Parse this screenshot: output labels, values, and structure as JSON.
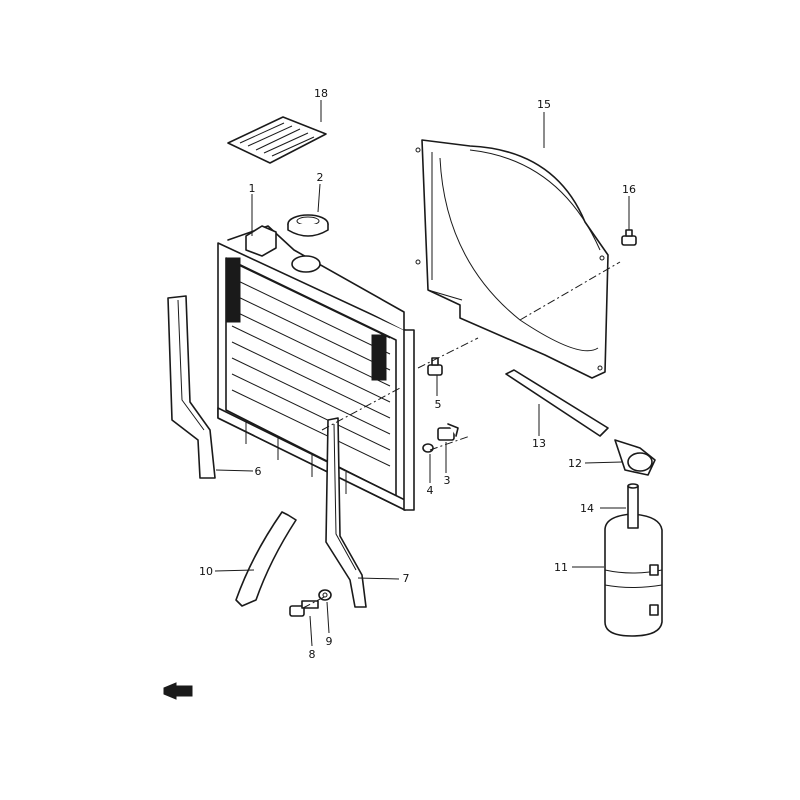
{
  "callouts": [
    {
      "num": "1",
      "part": "radiator"
    },
    {
      "num": "2",
      "part": "radiator-cap"
    },
    {
      "num": "3",
      "part": "drain-cock"
    },
    {
      "num": "4",
      "part": "drain-cock-gasket"
    },
    {
      "num": "5",
      "part": "radiator-bolt"
    },
    {
      "num": "6",
      "part": "left-bracket"
    },
    {
      "num": "7",
      "part": "right-bracket"
    },
    {
      "num": "8",
      "part": "bracket-bolt"
    },
    {
      "num": "9",
      "part": "washer"
    },
    {
      "num": "10",
      "part": "reservoir-hose"
    },
    {
      "num": "11",
      "part": "reservoir-tank"
    },
    {
      "num": "12",
      "part": "reservoir-cap"
    },
    {
      "num": "13",
      "part": "overflow-hose"
    },
    {
      "num": "14",
      "part": "reservoir-inlet"
    },
    {
      "num": "15",
      "part": "fan-shroud"
    },
    {
      "num": "16",
      "part": "shroud-bolt"
    },
    {
      "num": "18",
      "part": "caution-label"
    }
  ],
  "colors": {
    "line": "#1a1a1a",
    "background": "#ffffff"
  },
  "icons": [
    "front-direction-arrow-icon"
  ]
}
